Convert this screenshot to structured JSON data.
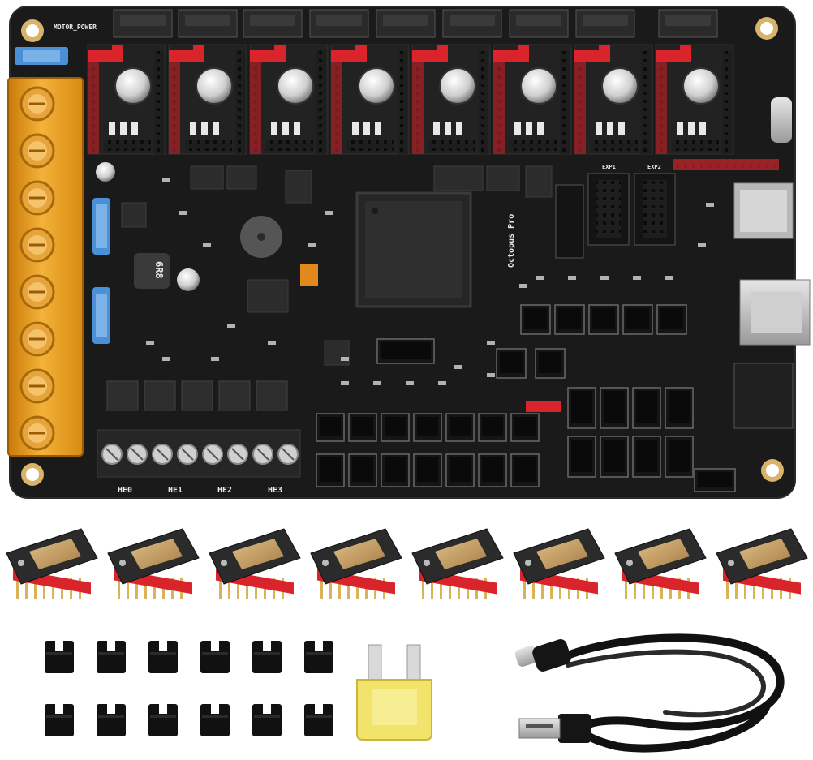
{
  "board": {
    "silkscreen": {
      "motor_power": "MOTOR_POWER",
      "heater_labels": [
        "HE0",
        "HE1",
        "HE2",
        "HE3"
      ],
      "exp1": "EXP1",
      "exp2": "EXP2",
      "inductor": "6R8",
      "mcu_mark": "Octopus Pro"
    },
    "driver_slot_count": 8
  },
  "accessories": {
    "stepper_driver_count": 8,
    "jumper_count": 12,
    "fuse_count": 1,
    "usb_cable_count": 1
  },
  "colors": {
    "pcb": "#1a1a1a",
    "driver_header": "#d9242b",
    "terminal_cover": "#f0a21a",
    "terminal_green": "#2a2a2a",
    "fuse_blue": "#4a90d6",
    "fuse_yellow": "#f2e36a",
    "driver_pcb": "#2b2b2b",
    "heatsink_gold": "#c9a36a"
  }
}
